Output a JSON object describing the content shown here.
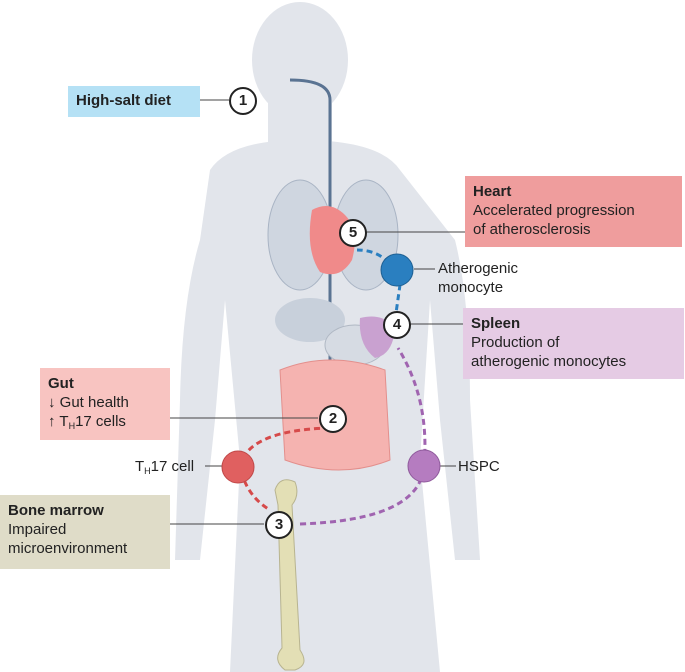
{
  "steps": {
    "s1": "1",
    "s2": "2",
    "s3": "3",
    "s4": "4",
    "s5": "5"
  },
  "salt": {
    "title": "High-salt diet",
    "color": "#b5e1f5"
  },
  "heart": {
    "title": "Heart",
    "line1": "Accelerated progression",
    "line2": "of atherosclerosis",
    "color": "#ef9d9d"
  },
  "monocyte": {
    "line1": "Atherogenic",
    "line2": "monocyte",
    "color": "#2a7fc0"
  },
  "spleen": {
    "title": "Spleen",
    "line1": "Production of",
    "line2": "atherogenic monocytes",
    "color": "#e5cbe4"
  },
  "gut": {
    "title": "Gut",
    "line1": "↓ Gut health",
    "line2_pre": "↑ T",
    "line2_sub": "H",
    "line2_post": "17 cells",
    "color": "#f8c4c1"
  },
  "th17": {
    "pre": "T",
    "sub": "H",
    "post": "17 cell",
    "color": "#e06060"
  },
  "hspc": {
    "label": "HSPC",
    "color": "#b57cc0"
  },
  "bone": {
    "title": "Bone marrow",
    "line1": "Impaired",
    "line2": "microenvironment",
    "color": "#dfdcc8"
  }
}
